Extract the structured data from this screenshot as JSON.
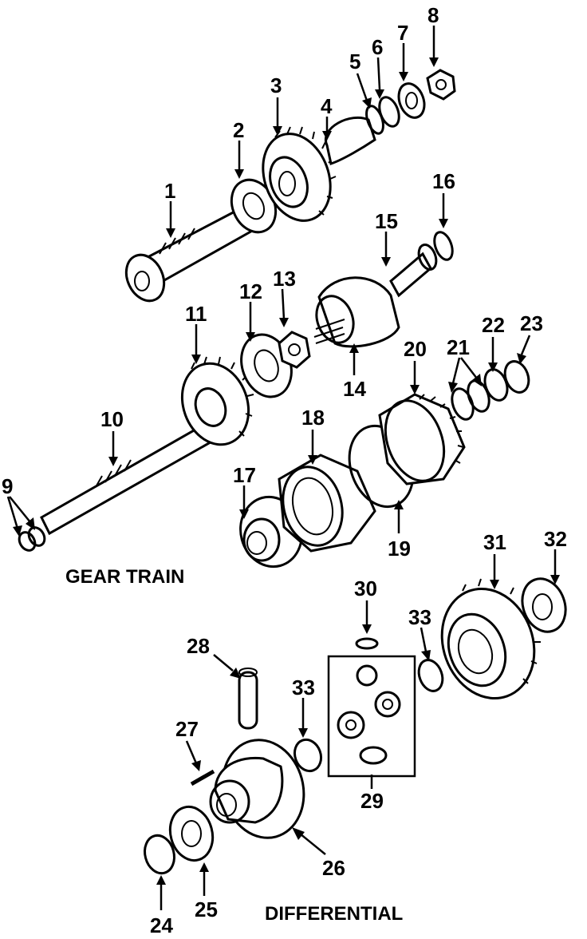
{
  "sections": {
    "gear_train": "GEAR TRAIN",
    "differential": "DIFFERENTIAL"
  },
  "callouts": [
    "1",
    "2",
    "3",
    "4",
    "5",
    "6",
    "7",
    "8",
    "9",
    "10",
    "11",
    "12",
    "13",
    "14",
    "15",
    "16",
    "17",
    "18",
    "19",
    "20",
    "21",
    "22",
    "23",
    "24",
    "25",
    "26",
    "27",
    "28",
    "29",
    "30",
    "31",
    "32",
    "33",
    "33"
  ]
}
